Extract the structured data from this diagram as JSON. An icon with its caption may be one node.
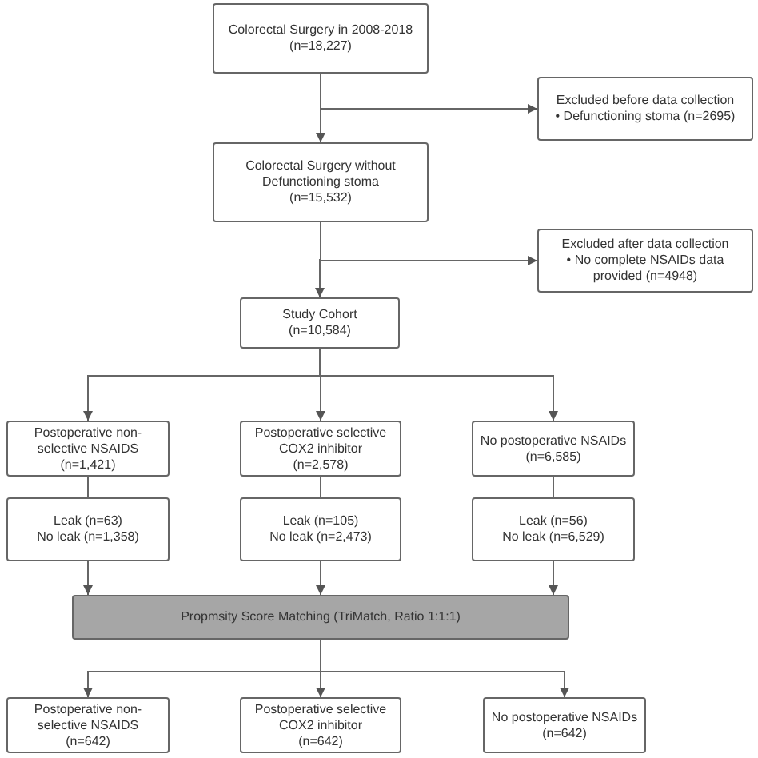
{
  "diagram": {
    "nodes": [
      {
        "text": [
          "Colorectal Surgery in 2008-2018",
          "(n=18,227)"
        ]
      },
      {
        "text": [
          "Excluded before data collection",
          "• Defunctioning stoma (n=2695)"
        ]
      },
      {
        "text": [
          "Colorectal Surgery without Defunctioning stoma",
          "(n=15,532)"
        ]
      },
      {
        "text": [
          "Excluded after data collection",
          "• No complete NSAIDs data provided (n=4948)"
        ]
      },
      {
        "text": [
          "Study Cohort",
          "(n=10,584)"
        ]
      },
      {
        "text": [
          "Postoperative non-selective NSAIDS",
          "(n=1,421)"
        ]
      },
      {
        "text": [
          "Postoperative selective COX2 inhibitor",
          "(n=2,578)"
        ]
      },
      {
        "text": [
          "No postoperative NSAIDs",
          "(n=6,585)"
        ]
      },
      {
        "text": [
          "Leak (n=63)",
          "No leak (n=1,358)"
        ]
      },
      {
        "text": [
          "Leak (n=105)",
          "No leak (n=2,473)"
        ]
      },
      {
        "text": [
          "Leak (n=56)",
          "No leak (n=6,529)"
        ]
      },
      {
        "text": [
          "Propmsity Score Matching (TriMatch, Ratio 1:1:1)"
        ]
      },
      {
        "text": [
          "Postoperative non-selective NSAIDS",
          "(n=642)"
        ]
      },
      {
        "text": [
          "Postoperative selective COX2 inhibitor",
          "(n=642)"
        ]
      },
      {
        "text": [
          "No postoperative NSAIDs",
          "(n=642)"
        ]
      }
    ],
    "edges": [
      {
        "from": 0,
        "to": 2,
        "arrow": "to"
      },
      {
        "from": 0,
        "to": 1,
        "arrow": "to"
      },
      {
        "from": 2,
        "to": 4,
        "arrow": "to"
      },
      {
        "from": 2,
        "to": 3,
        "arrow": "to"
      },
      {
        "from": 4,
        "to": 5,
        "arrow": "to"
      },
      {
        "from": 4,
        "to": 6,
        "arrow": "to"
      },
      {
        "from": 4,
        "to": 7,
        "arrow": "to"
      },
      {
        "from": 5,
        "to": 8,
        "arrow": "none"
      },
      {
        "from": 6,
        "to": 9,
        "arrow": "none"
      },
      {
        "from": 7,
        "to": 10,
        "arrow": "none"
      },
      {
        "from": 8,
        "to": 11,
        "arrow": "to"
      },
      {
        "from": 9,
        "to": 11,
        "arrow": "to"
      },
      {
        "from": 10,
        "to": 11,
        "arrow": "to"
      },
      {
        "from": 11,
        "to": 12,
        "arrow": "to"
      },
      {
        "from": 11,
        "to": 13,
        "arrow": "to"
      },
      {
        "from": 11,
        "to": 14,
        "arrow": "to"
      }
    ]
  }
}
